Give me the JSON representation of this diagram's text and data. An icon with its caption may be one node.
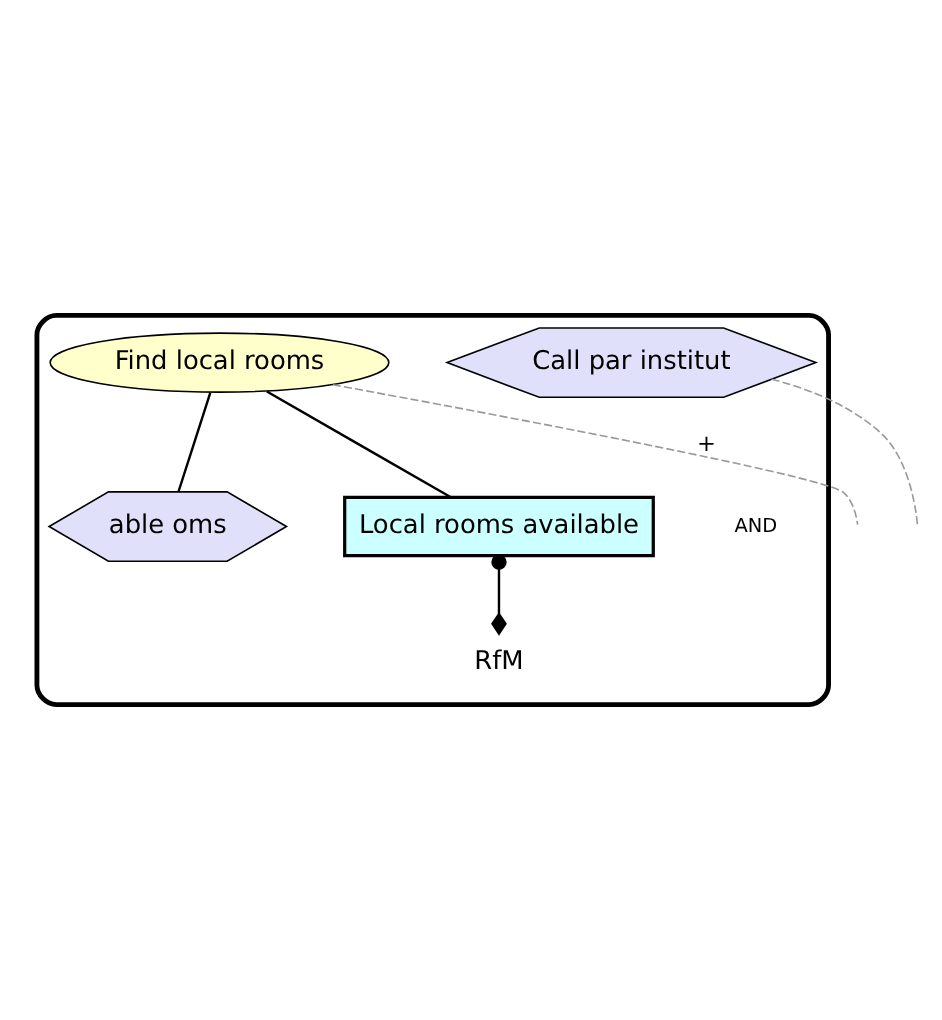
{
  "diagram": {
    "nodes": [
      {
        "text": [],
        "shape": "box"
      },
      {
        "text": [
          "Find local rooms"
        ],
        "in": 0
      },
      {
        "text": [
          "Call par institut"
        ],
        "in": 0
      },
      {
        "text": [
          "able oms"
        ],
        "in": 0
      },
      {
        "text": [
          "Local rooms available"
        ],
        "in": 0
      },
      {
        "text": [
          "RfM"
        ],
        "in": 0
      }
    ],
    "edges": [
      {
        "from": 1,
        "to": 3,
        "arrow": "none"
      },
      {
        "from": 1,
        "to": 4,
        "arrow": "none"
      },
      {
        "from": 1,
        "to": null,
        "arrow": "none",
        "label": "+",
        "style": "dashed",
        "color": "#999999"
      },
      {
        "from": 2,
        "to": null,
        "arrow": "none",
        "style": "dashed",
        "color": "#999999"
      },
      {
        "from": 4,
        "to": 5,
        "arrow": "other"
      }
    ],
    "labels": [
      "AND"
    ]
  }
}
